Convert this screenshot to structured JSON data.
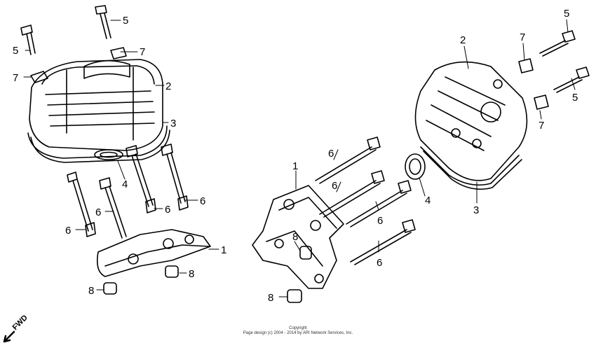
{
  "diagram": {
    "fwd_label": "FWD",
    "part_numbers": {
      "p1": "1",
      "p2": "2",
      "p3": "3",
      "p4": "4",
      "p5": "5",
      "p6": "6",
      "p7": "7",
      "p8": "8"
    }
  },
  "footer": {
    "copyright_line1": "Copyright",
    "copyright_line2": "Page design (c) 2004 - 2014 by ARI Network Services, Inc."
  }
}
